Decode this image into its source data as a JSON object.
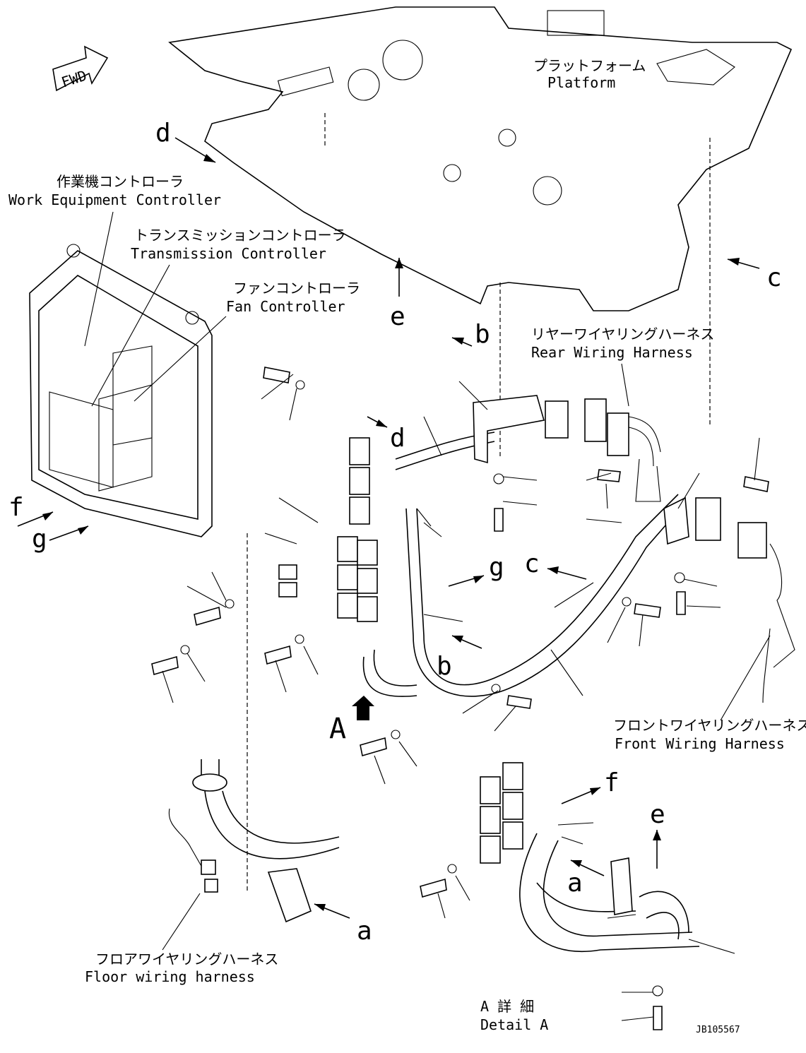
{
  "fwd": "FWD",
  "labels": {
    "platform_jp": "プラットフォーム",
    "platform_en": "Platform",
    "work_controller_jp": "作業機コントローラ",
    "work_controller_en": "Work Equipment Controller",
    "transmission_controller_jp": "トランスミッションコントローラ",
    "transmission_controller_en": "Transmission Controller",
    "fan_controller_jp": "ファンコントローラ",
    "fan_controller_en": "Fan Controller",
    "rear_harness_jp": "リヤーワイヤリングハーネス",
    "rear_harness_en": "Rear Wiring Harness",
    "front_harness_jp": "フロントワイヤリングハーネス",
    "front_harness_en": "Front Wiring Harness",
    "floor_harness_jp": "フロアワイヤリングハーネス",
    "floor_harness_en": "Floor wiring harness",
    "detail_a_jp": "A 詳 細",
    "detail_a_en": "Detail A"
  },
  "refs": {
    "a": "a",
    "b": "b",
    "c": "c",
    "d": "d",
    "e": "e",
    "f": "f",
    "g": "g",
    "A": "A"
  },
  "drawing_number": "JB105567"
}
